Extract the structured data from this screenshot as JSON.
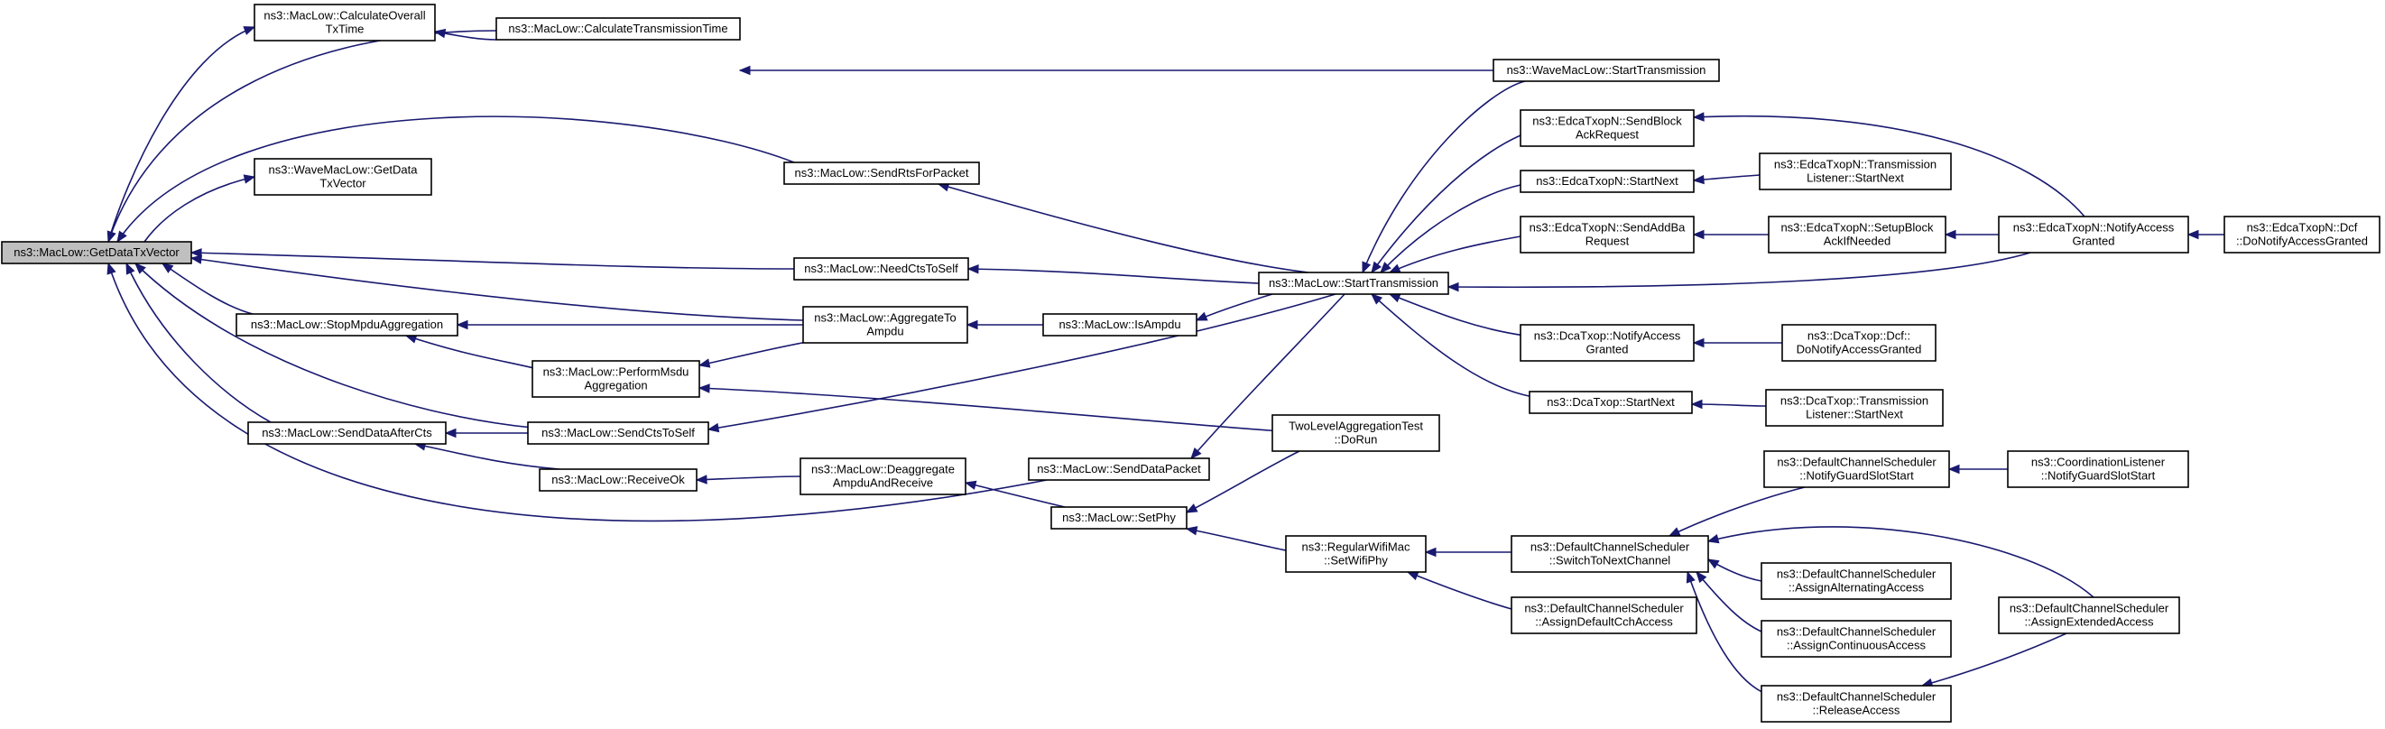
{
  "graph": {
    "nodes": [
      {
        "id": "root",
        "lines": [
          "ns3::MacLow::GetDataTxVector"
        ],
        "root": true
      },
      {
        "id": "calcOverall",
        "lines": [
          "ns3::MacLow::CalculateOverall",
          "TxTime"
        ]
      },
      {
        "id": "calcTrans",
        "lines": [
          "ns3::MacLow::CalculateTransmissionTime"
        ]
      },
      {
        "id": "waveGetData",
        "lines": [
          "ns3::WaveMacLow::GetData",
          "TxVector"
        ]
      },
      {
        "id": "stopMpdu",
        "lines": [
          "ns3::MacLow::StopMpduAggregation"
        ]
      },
      {
        "id": "sendDataAfterCts",
        "lines": [
          "ns3::MacLow::SendDataAfterCts"
        ]
      },
      {
        "id": "sendRts",
        "lines": [
          "ns3::MacLow::SendRtsForPacket"
        ]
      },
      {
        "id": "needCts",
        "lines": [
          "ns3::MacLow::NeedCtsToSelf"
        ]
      },
      {
        "id": "aggToAmpdu",
        "lines": [
          "ns3::MacLow::AggregateTo",
          "Ampdu"
        ]
      },
      {
        "id": "performMsdu",
        "lines": [
          "ns3::MacLow::PerformMsdu",
          "Aggregation"
        ]
      },
      {
        "id": "sendCtsToSelf",
        "lines": [
          "ns3::MacLow::SendCtsToSelf"
        ]
      },
      {
        "id": "receiveOk",
        "lines": [
          "ns3::MacLow::ReceiveOk"
        ]
      },
      {
        "id": "deaggregate",
        "lines": [
          "ns3::MacLow::Deaggregate",
          "AmpduAndReceive"
        ]
      },
      {
        "id": "isAmpdu",
        "lines": [
          "ns3::MacLow::IsAmpdu"
        ]
      },
      {
        "id": "sendDataPacket",
        "lines": [
          "ns3::MacLow::SendDataPacket"
        ]
      },
      {
        "id": "setPhy",
        "lines": [
          "ns3::MacLow::SetPhy"
        ]
      },
      {
        "id": "startTrans",
        "lines": [
          "ns3::MacLow::StartTransmission"
        ]
      },
      {
        "id": "twoLevel",
        "lines": [
          "TwoLevelAggregationTest",
          "::DoRun"
        ]
      },
      {
        "id": "regSetWifiPhy",
        "lines": [
          "ns3::RegularWifiMac",
          "::SetWifiPhy"
        ]
      },
      {
        "id": "waveStartTrans",
        "lines": [
          "ns3::WaveMacLow::StartTransmission"
        ]
      },
      {
        "id": "edcaSendBlock",
        "lines": [
          "ns3::EdcaTxopN::SendBlock",
          "AckRequest"
        ]
      },
      {
        "id": "edcaStartNext",
        "lines": [
          "ns3::EdcaTxopN::StartNext"
        ]
      },
      {
        "id": "edcaSendAddBa",
        "lines": [
          "ns3::EdcaTxopN::SendAddBa",
          "Request"
        ]
      },
      {
        "id": "dcaNotify",
        "lines": [
          "ns3::DcaTxop::NotifyAccess",
          "Granted"
        ]
      },
      {
        "id": "dcaStartNext",
        "lines": [
          "ns3::DcaTxop::StartNext"
        ]
      },
      {
        "id": "dcsSwitch",
        "lines": [
          "ns3::DefaultChannelScheduler",
          "::SwitchToNextChannel"
        ]
      },
      {
        "id": "dcsAssignDefault",
        "lines": [
          "ns3::DefaultChannelScheduler",
          "::AssignDefaultCchAccess"
        ]
      },
      {
        "id": "edcaTransListener",
        "lines": [
          "ns3::EdcaTxopN::Transmission",
          "Listener::StartNext"
        ]
      },
      {
        "id": "edcaSetupBlock",
        "lines": [
          "ns3::EdcaTxopN::SetupBlock",
          "AckIfNeeded"
        ]
      },
      {
        "id": "dcaDcfNotify",
        "lines": [
          "ns3::DcaTxop::Dcf::",
          "DoNotifyAccessGranted"
        ]
      },
      {
        "id": "dcaTransListener",
        "lines": [
          "ns3::DcaTxop::Transmission",
          "Listener::StartNext"
        ]
      },
      {
        "id": "dcsNotifyGuard",
        "lines": [
          "ns3::DefaultChannelScheduler",
          "::NotifyGuardSlotStart"
        ]
      },
      {
        "id": "dcsAssignAlt",
        "lines": [
          "ns3::DefaultChannelScheduler",
          "::AssignAlternatingAccess"
        ]
      },
      {
        "id": "dcsAssignCont",
        "lines": [
          "ns3::DefaultChannelScheduler",
          "::AssignContinuousAccess"
        ]
      },
      {
        "id": "dcsRelease",
        "lines": [
          "ns3::DefaultChannelScheduler",
          "::ReleaseAccess"
        ]
      },
      {
        "id": "edcaNotify",
        "lines": [
          "ns3::EdcaTxopN::NotifyAccess",
          "Granted"
        ]
      },
      {
        "id": "coordNotifyGuard",
        "lines": [
          "ns3::CoordinationListener",
          "::NotifyGuardSlotStart"
        ]
      },
      {
        "id": "dcsAssignExt",
        "lines": [
          "ns3::DefaultChannelScheduler",
          "::AssignExtendedAccess"
        ]
      },
      {
        "id": "edcaDcfNotify",
        "lines": [
          "ns3::EdcaTxopN::Dcf",
          "::DoNotifyAccessGranted"
        ]
      }
    ]
  }
}
